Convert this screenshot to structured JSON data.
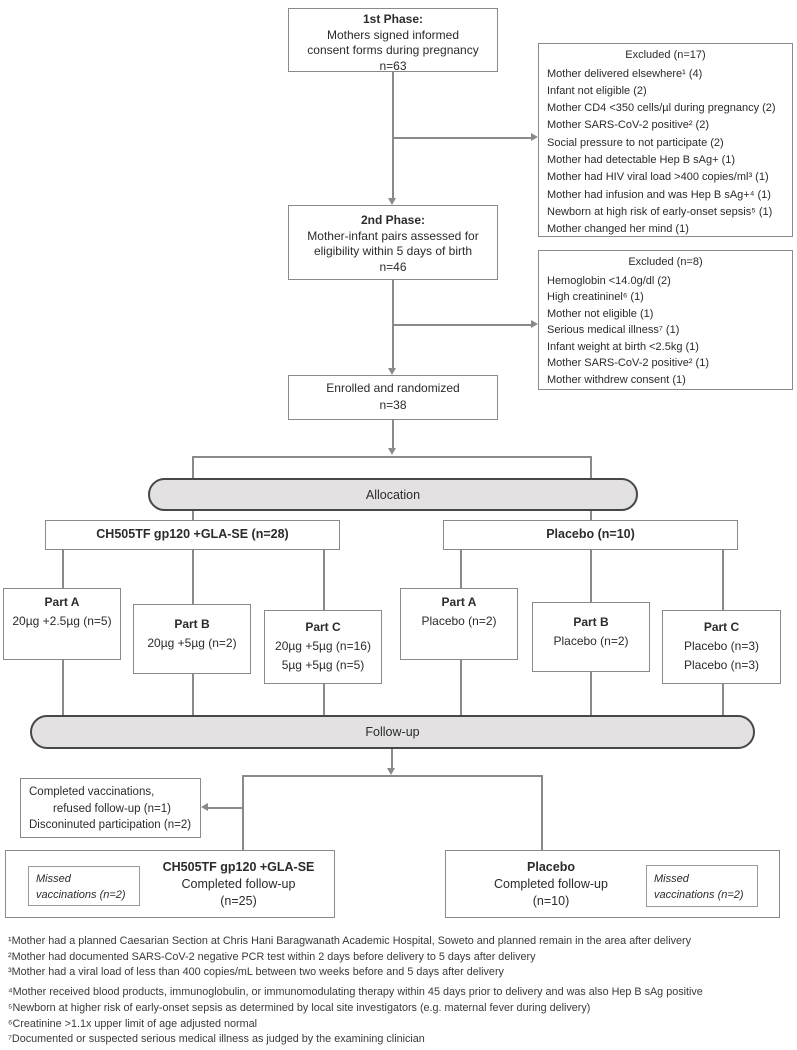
{
  "flow": {
    "phase1": {
      "title": "1st Phase:",
      "line1": "Mothers signed informed",
      "line2": "consent forms during pregnancy",
      "n": "n=63"
    },
    "excluded17": {
      "title": "Excluded (n=17)",
      "items": [
        "Mother delivered elsewhere¹ (4)",
        "Infant not eligible (2)",
        "Mother CD4 <350 cells/µl during pregnancy (2)",
        "Mother SARS-CoV-2 positive² (2)",
        "Social pressure to not participate (2)",
        "Mother had detectable Hep B sAg+ (1)",
        "Mother had HIV viral load >400 copies/ml³ (1)",
        "Mother had infusion and was Hep B sAg+⁴ (1)",
        "Newborn at high risk of early-onset sepsis⁵ (1)",
        "Mother changed her mind (1)"
      ]
    },
    "phase2": {
      "title": "2nd Phase:",
      "line1": "Mother-infant pairs assessed for",
      "line2": "eligibility within 5 days of birth",
      "n": "n=46"
    },
    "excluded8": {
      "title": "Excluded (n=8)",
      "items": [
        "Hemoglobin <14.0g/dl (2)",
        "High creatininel⁶ (1)",
        "Mother not eligible (1)",
        "Serious medical illness⁷ (1)",
        "Infant weight at birth <2.5kg (1)",
        "Mother SARS-CoV-2 positive² (1)",
        "Mother withdrew consent (1)"
      ]
    },
    "enrolled": {
      "line1": "Enrolled and randomized",
      "n": "n=38"
    },
    "allocation_label": "Allocation",
    "vaccine_arm": "CH505TF gp120 +GLA-SE (n=28)",
    "placebo_arm": "Placebo (n=10)",
    "vaccine_parts": [
      {
        "title": "Part A",
        "line1": "20µg +2.5µg (n=5)"
      },
      {
        "title": "Part B",
        "line1": "20µg +5µg (n=2)"
      },
      {
        "title": "Part C",
        "line1": "20µg +5µg (n=16)",
        "line2": "5µg +5µg (n=5)"
      }
    ],
    "placebo_parts": [
      {
        "title": "Part A",
        "line1": "Placebo (n=2)"
      },
      {
        "title": "Part B",
        "line1": "Placebo (n=2)"
      },
      {
        "title": "Part C",
        "line1": "Placebo (n=3)",
        "line2": "Placebo (n=3)"
      }
    ],
    "followup_label": "Follow-up",
    "dropout": {
      "line1": "Completed vaccinations,",
      "line2": "refused follow-up (n=1)",
      "line3": "Disconinuted participation (n=2)"
    },
    "vaccine_complete": {
      "missed_line1": "Missed",
      "missed_line2": "vaccinations (n=2)",
      "title": "CH505TF gp120 +GLA-SE",
      "line1": "Completed follow-up",
      "line2": "(n=25)"
    },
    "placebo_complete": {
      "title": "Placebo",
      "line1": "Completed follow-up",
      "line2": "(n=10)",
      "missed_line1": "Missed",
      "missed_line2": "vaccinations (n=2)"
    },
    "footnotes": [
      "¹Mother had a planned Caesarian Section at Chris Hani Baragwanath Academic Hospital, Soweto and planned remain in the area after delivery",
      "²Mother had documented SARS-CoV-2 negative PCR test within 2 days before delivery to 5 days after delivery",
      "³Mother had a viral load of less than 400 copies/mL between two weeks before and 5 days after delivery",
      "⁴Mother received blood products, immunoglobulin, or immunomodulating therapy within 45 days prior to delivery and was also Hep B sAg positive",
      "⁵Newborn at higher risk of early-onset sepsis as determined by local site investigators (e.g. maternal fever during delivery)",
      "⁶Creatinine >1.1x upper limit of age adjusted normal",
      "⁷Documented or suspected serious medical illness as judged by the examining clinician"
    ],
    "colors": {
      "line": "#8a8a8a",
      "stadium_fill": "#e3e1e2",
      "stadium_border": "#474747",
      "text": "#2b2b2b"
    }
  }
}
